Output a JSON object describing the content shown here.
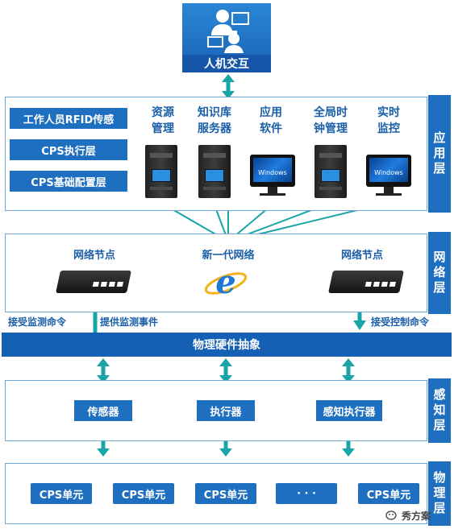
{
  "top": {
    "title": "人机交互",
    "icon": "user-at-computer-icon"
  },
  "app_layer": {
    "side_label": "应用层",
    "left_boxes": [
      "工作人员RFID传感",
      "CPS执行层",
      "CPS基础配置层"
    ],
    "services": [
      {
        "label": "资源\n管理",
        "device": "server-tower-icon"
      },
      {
        "label": "知识库\n服务器",
        "device": "server-tower-icon"
      },
      {
        "label": "应用\n软件",
        "device": "monitor-icon"
      },
      {
        "label": "全局时\n钟管理",
        "device": "server-tower-icon"
      },
      {
        "label": "实时\n监控",
        "device": "monitor-icon"
      }
    ],
    "monitor_text": "Windows"
  },
  "network_layer": {
    "side_label": "网络层",
    "left_node": "网络节点",
    "center": "新一代网络",
    "right_node": "网络节点",
    "center_icon": "internet-explorer-icon"
  },
  "commands": {
    "left_1": "接受监测命令",
    "left_2": "提供监测事件",
    "right": "接受控制命令"
  },
  "abstraction_bar": "物理硬件抽象",
  "sensing_layer": {
    "side_label": "感知层",
    "items": [
      "传感器",
      "执行器",
      "感知执行器"
    ]
  },
  "physical_layer": {
    "side_label": "物理层",
    "units": [
      "CPS单元",
      "CPS单元",
      "CPS单元",
      "· · ·",
      "CPS单元"
    ]
  },
  "watermark": "秀方案",
  "colors": {
    "primary": "#1f6fc1",
    "border": "#6ea6d8",
    "arrow": "#17a5a8",
    "text": "#1a5fa8"
  }
}
